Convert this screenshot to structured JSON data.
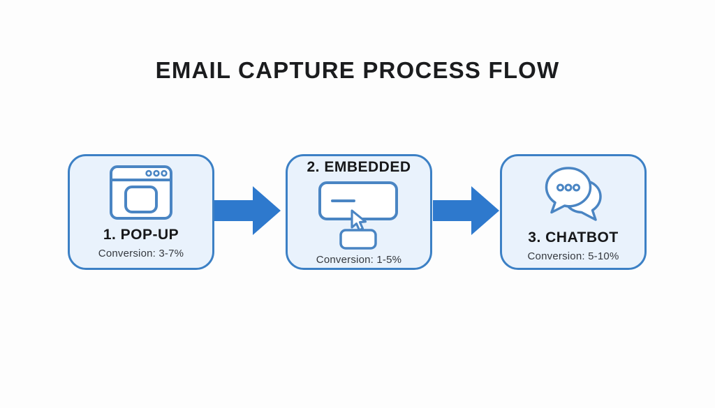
{
  "page": {
    "title": "EMAIL CAPTURE PROCESS FLOW"
  },
  "colors": {
    "background": "#fdfdfd",
    "box_fill": "#e9f2fc",
    "box_border": "#3c80c5",
    "arrow_blue": "#2e79cd",
    "icon_stroke": "#4a85c3",
    "title_text": "#1b1c1e",
    "label_text": "#17181a",
    "conversion_text": "#34383e"
  },
  "steps": [
    {
      "label": "1. POP-UP",
      "conversion": "Conversion: 3-7%",
      "icon": "popup-window-icon"
    },
    {
      "label": "2. EMBEDDED",
      "conversion": "Conversion: 1-5%",
      "icon": "embedded-form-icon"
    },
    {
      "label": "3. CHATBOT",
      "conversion": "Conversion: 5-10%",
      "icon": "chatbot-icon"
    }
  ],
  "connectors": [
    {
      "type": "arrow-right"
    },
    {
      "type": "arrow-right"
    }
  ]
}
